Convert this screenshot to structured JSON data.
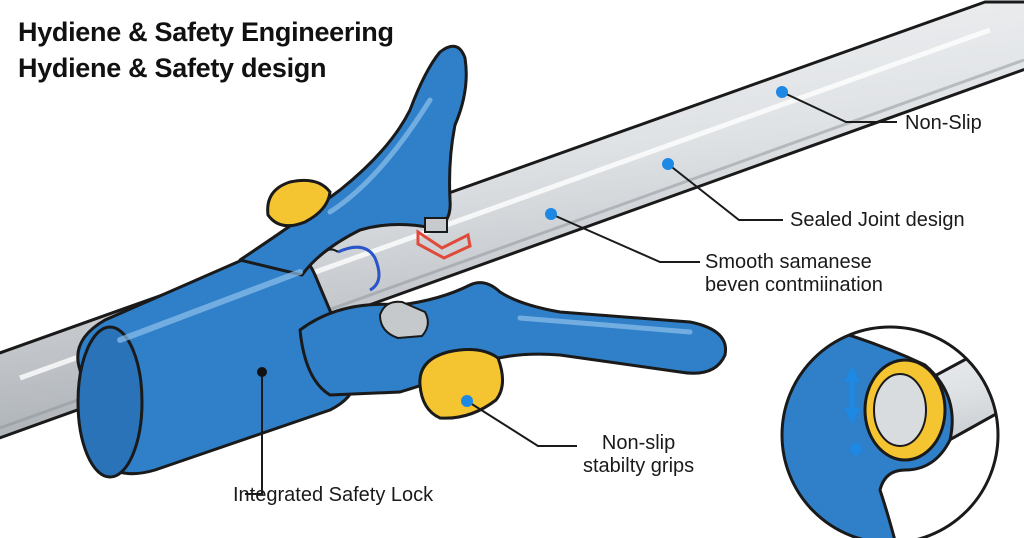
{
  "title": {
    "line1": "Hydiene & Safety Engineering",
    "line2": "Hydiene & Safety design"
  },
  "callouts": {
    "non_slip": "Non-Slip",
    "sealed_joint": "Sealed Joint design",
    "smooth_line1": "Smooth samanese",
    "smooth_line2": "beven contmiination",
    "grips_line1": "Non-slip",
    "grips_line2": "stabilty grips",
    "safety_lock": "Integrated Safety Lock"
  },
  "colors": {
    "handle_blue": "#2f7fc9",
    "handle_shadow": "#1f5f9e",
    "grip_yellow": "#f4c531",
    "marker_blue": "#1e88e5",
    "rod_silver": "#d9dcdf",
    "outline": "#1a1a1a",
    "spring_blue": "#2a55c8",
    "clip_red": "#e04a3a"
  }
}
